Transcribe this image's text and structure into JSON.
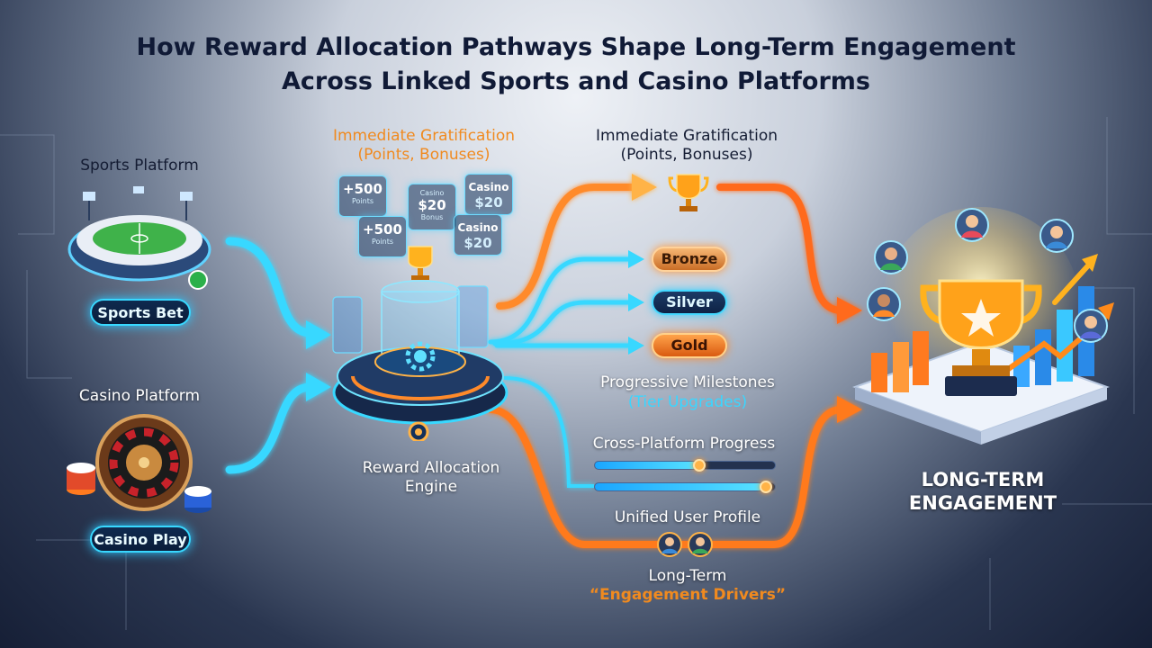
{
  "title": {
    "line1": "How Reward Allocation Pathways Shape Long-Term Engagement",
    "line2": "Across Linked Sports and Casino Platforms"
  },
  "sources": {
    "sports_label": "Sports Platform",
    "sports_button": "Sports Bet",
    "casino_label": "Casino Platform",
    "casino_button": "Casino Play"
  },
  "engine": {
    "label_line1": "Reward Allocation",
    "label_line2": "Engine"
  },
  "immediate_left": {
    "line1": "Immediate Gratification",
    "line2": "(Points, Bonuses)"
  },
  "reward_cards": [
    {
      "top": "",
      "big": "+500",
      "small": "Points"
    },
    {
      "top": "Casino",
      "big": "$20",
      "small": "Bonus"
    },
    {
      "top": "",
      "big": "Casino",
      "small": "$20"
    },
    {
      "top": "",
      "big": "+500",
      "small": "Points"
    },
    {
      "top": "",
      "big": "Casino",
      "small": "$20"
    }
  ],
  "immediate_right": {
    "line1": "Immediate Gratification",
    "line2": "(Points, Bonuses)"
  },
  "tiers": [
    "Bronze",
    "Silver",
    "Gold"
  ],
  "milestones": {
    "line1": "Progressive Milestones",
    "line2": "(Tier Upgrades)"
  },
  "cross_platform": {
    "label": "Cross-Platform Progress",
    "bars": [
      0.58,
      0.95
    ]
  },
  "unified_profile": "Unified User Profile",
  "drivers": {
    "line1": "Long-Term",
    "line2": "“Engagement Drivers”"
  },
  "outcome": {
    "line1": "LONG-TERM",
    "line2": "ENGAGEMENT"
  },
  "icons": {
    "stadium": "stadium-icon",
    "roulette": "roulette-wheel-icon",
    "trophy": "trophy-icon",
    "gear": "gear-icon",
    "avatar": "user-avatar-icon",
    "bar_chart": "bar-chart-icon",
    "growth_arrow": "growth-arrow-icon"
  },
  "colors": {
    "cyan_flow": "#38d8ff",
    "orange_flow": "#ff7a1f",
    "title": "#101a36",
    "bronze": "#e08a3e",
    "gold": "#ff8a2a"
  }
}
